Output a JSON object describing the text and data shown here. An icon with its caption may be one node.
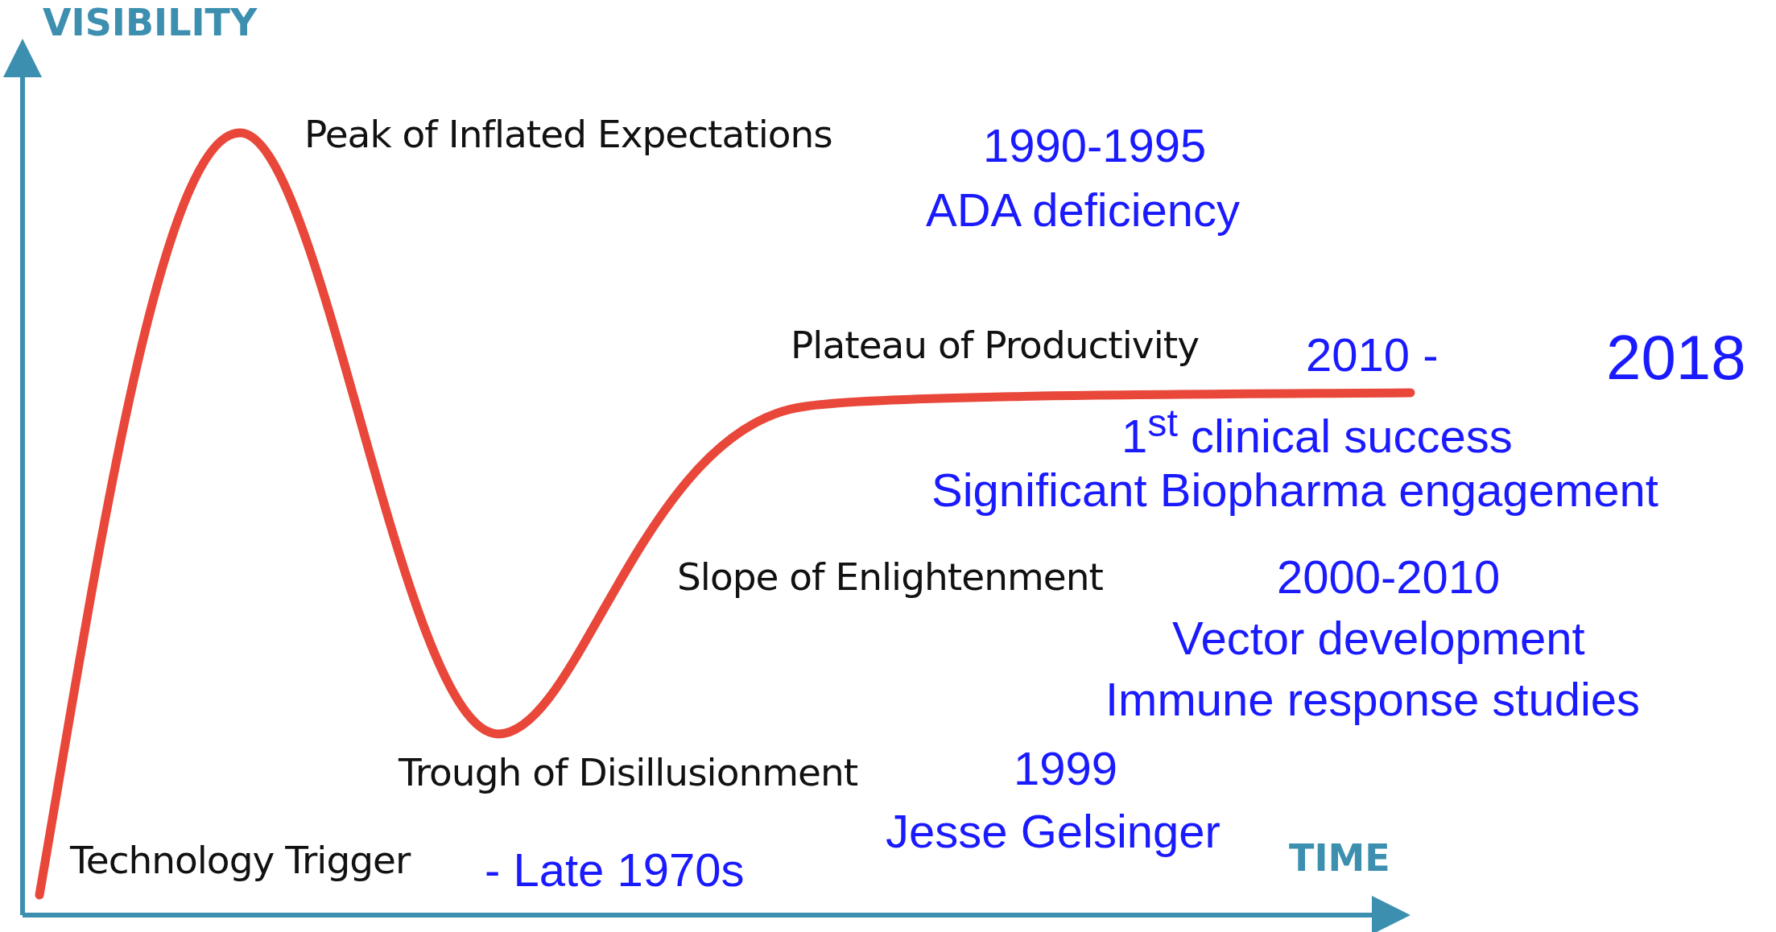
{
  "diagram": {
    "labels": [
      "VISIBILITY",
      "Peak of Inflated Expectations",
      "1990-1995",
      "ADA deficiency",
      "Plateau of Productivity",
      "2010 -",
      "2018",
      "1$^{st}$ clinical success",
      "Significant Biopharma engagement",
      "Slope of Enlightenment",
      "2000-2010",
      "Vector development",
      "Immune response studies",
      "Trough of Disillusionment",
      "1999",
      "Jesse Gelsinger",
      "Technology Trigger",
      "- Late 1970s",
      "TIME"
    ]
  }
}
